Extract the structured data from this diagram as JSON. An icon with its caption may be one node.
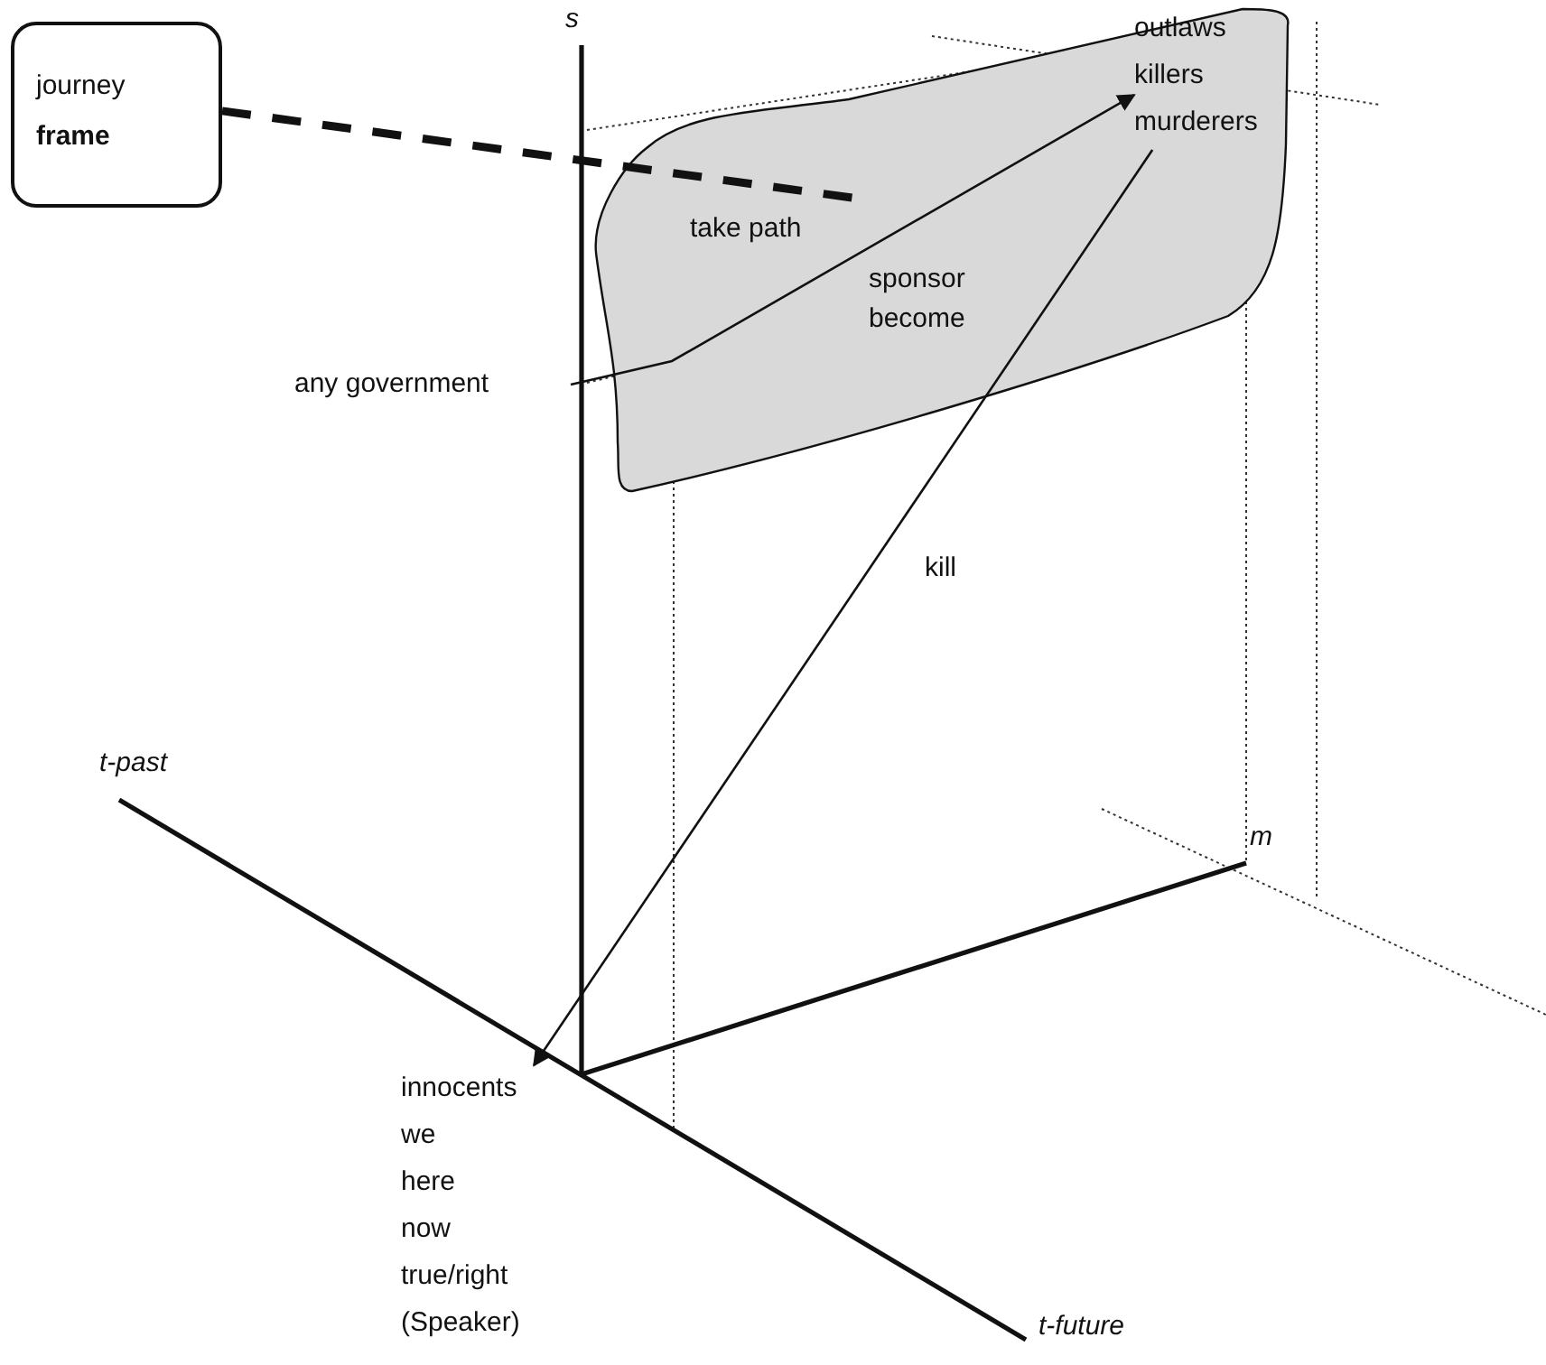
{
  "diagram": {
    "nodes": [
      {
        "text": [
          "journey **frame**"
        ]
      },
      {
        "text": [],
        "shape": "cloud"
      },
      {
        "text": [
          "any government"
        ]
      },
      {
        "text": [
          "outlaws killers murderers"
        ],
        "in": 1
      },
      {
        "text": [
          "innocents we here now true/right (Speaker)"
        ]
      }
    ],
    "edges": [
      {
        "from": 0,
        "to": 1,
        "arrow": "none",
        "style": "dashed"
      },
      {
        "from": 2,
        "to": 3,
        "arrow": "to"
      },
      {
        "from": 3,
        "to": 4,
        "label": "kill",
        "arrow": "to"
      }
    ],
    "labels": [
      "s",
      "take path",
      "sponsor become",
      "t-past",
      "m",
      "t-future"
    ]
  }
}
